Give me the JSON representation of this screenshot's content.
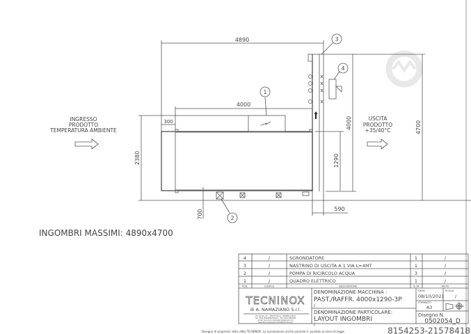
{
  "drawing": {
    "dimensions": {
      "overall_width": "4890",
      "tunnel_length": "4000",
      "offset_left": "300",
      "overall_height_left": "2380",
      "tunnel_width": "1290",
      "outfeed_length": "4000",
      "overall_height_right": "4700",
      "outfeed_width": "590",
      "clearance": "700"
    },
    "balloons": [
      "1",
      "2",
      "3",
      "4"
    ],
    "inlet_label": [
      "INGRESSO",
      "PRODOTTO",
      "TEMPERATURA AMBIENTE"
    ],
    "outlet_label": [
      "USCITA",
      "PRODOTTO",
      "+35/40°C"
    ],
    "max_footprint": "INGOMBRI MASSIMI:  4890x4700"
  },
  "parts_list": {
    "headers": {
      "pos": "POS.",
      "code": "CODICE",
      "description": "DESCRIZIONE",
      "qty": "Q.TA",
      "notes": "NOTE"
    },
    "rows": [
      {
        "pos": "4",
        "code": "/",
        "description": "SGRONDATORE",
        "qty": "1",
        "notes": "/"
      },
      {
        "pos": "3",
        "code": "/",
        "description": "NASTRINO DI USCITA A 1 VIA  L=4MT",
        "qty": "1",
        "notes": "/"
      },
      {
        "pos": "2",
        "code": "/",
        "description": "POMPA DI RICIRCOLO ACQUA",
        "qty": "3",
        "notes": "/"
      },
      {
        "pos": "1",
        "code": "/",
        "description": "QUADRO ELETTRICO",
        "qty": "1",
        "notes": "/"
      }
    ]
  },
  "title_block": {
    "logo": "TECNINOX",
    "company": "di A. NAMAZIANO S.r.l.",
    "address": [
      "Via Canile, 27 - 43035 Felino - PARMA (ITALY)",
      "tel. 0521.806286/835911 - fax 0521.836599",
      "email: tecninox.namaziano@gmail.com",
      "www.tecninoxsupermarketmachineryit"
    ],
    "machine_label": "DENOMINAZIONE MACCHINA :",
    "machine_value": "PAST./RAFFR. 4000x1290-3P",
    "machine_extra": "/",
    "part_label": "DENOMINAZIONE PARTICOLARE:",
    "part_value": "LAYOUT INGOMBRI",
    "part_extra": "/",
    "date_label": "DATA",
    "date_value": "08/10/2021",
    "scale_label": "SCALA",
    "scale_value": "/",
    "format_label": "FORMATO",
    "format_value": "A3",
    "drawing_no_label": "Disegno N.",
    "drawing_no_value": "0502054_D",
    "footer": "Disegno di proprieta' della ditta TECNINOX. La riproduzione anche parziale e' punibile ai sensi di legge",
    "stamp_id": "8154253-21578418"
  },
  "colors": {
    "line": "#555555",
    "watermark": "#e6e6e6",
    "background": "#ffffff"
  }
}
